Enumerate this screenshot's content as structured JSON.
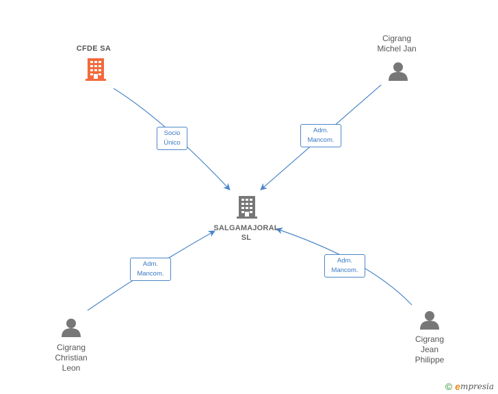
{
  "colors": {
    "edge": "#4a86c8",
    "person": "#777777",
    "main_company": "#777777",
    "highlight_company": "#f26a3d"
  },
  "nodes": {
    "cfde": {
      "lines": [
        "CFDE SA"
      ],
      "icon": "building-icon"
    },
    "main": {
      "lines": [
        "SALGAMAJORAL",
        "SL"
      ],
      "icon": "building-icon"
    },
    "michel": {
      "lines": [
        "Cigrang",
        "Michel Jan"
      ],
      "icon": "person-icon"
    },
    "christian": {
      "lines": [
        "Cigrang",
        "Christian",
        "Leon"
      ],
      "icon": "person-icon"
    },
    "jean": {
      "lines": [
        "Cigrang",
        "Jean",
        "Philippe"
      ],
      "icon": "person-icon"
    }
  },
  "edges": {
    "cfde": {
      "lines": [
        "Socio",
        "Único"
      ]
    },
    "michel": {
      "lines": [
        "Adm.",
        "Mancom."
      ]
    },
    "christian": {
      "lines": [
        "Adm.",
        "Mancom."
      ]
    },
    "jean": {
      "lines": [
        "Adm.",
        "Mancom."
      ]
    }
  },
  "brand": {
    "copyright": "©",
    "initial": "e",
    "name": "mpresia"
  }
}
